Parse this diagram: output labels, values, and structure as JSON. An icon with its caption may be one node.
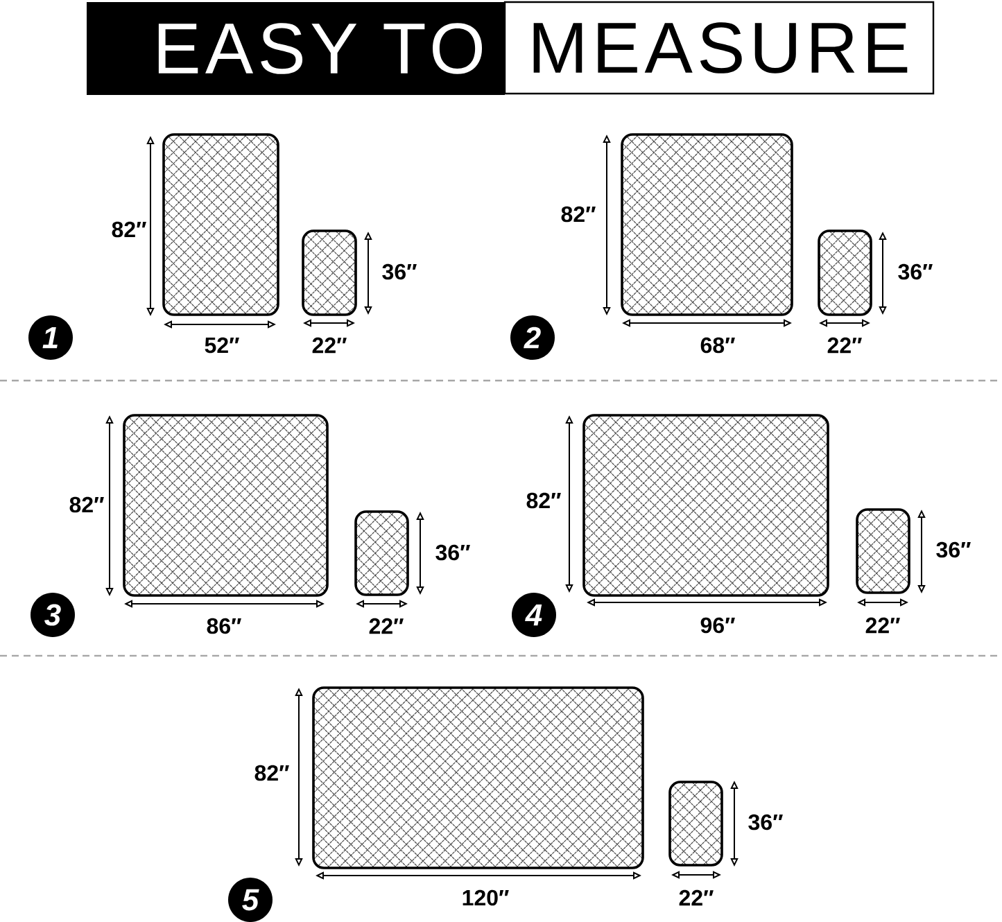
{
  "diagram": {
    "nodes": [
      {
        "text": [
          "EASY TO"
        ]
      },
      {
        "text": [
          "MEASURE"
        ]
      },
      {
        "text": [
          "1"
        ]
      },
      {
        "text": [
          "2"
        ]
      },
      {
        "text": [
          "3"
        ]
      },
      {
        "text": [
          "4"
        ]
      },
      {
        "text": [
          "5"
        ]
      }
    ],
    "labels": [
      "82″",
      "36″",
      "52″",
      "22″",
      "82″",
      "36″",
      "68″",
      "22″",
      "82″",
      "36″",
      "86″",
      "22″",
      "82″",
      "36″",
      "96″",
      "22″",
      "82″",
      "36″",
      "120″",
      "22″"
    ]
  }
}
